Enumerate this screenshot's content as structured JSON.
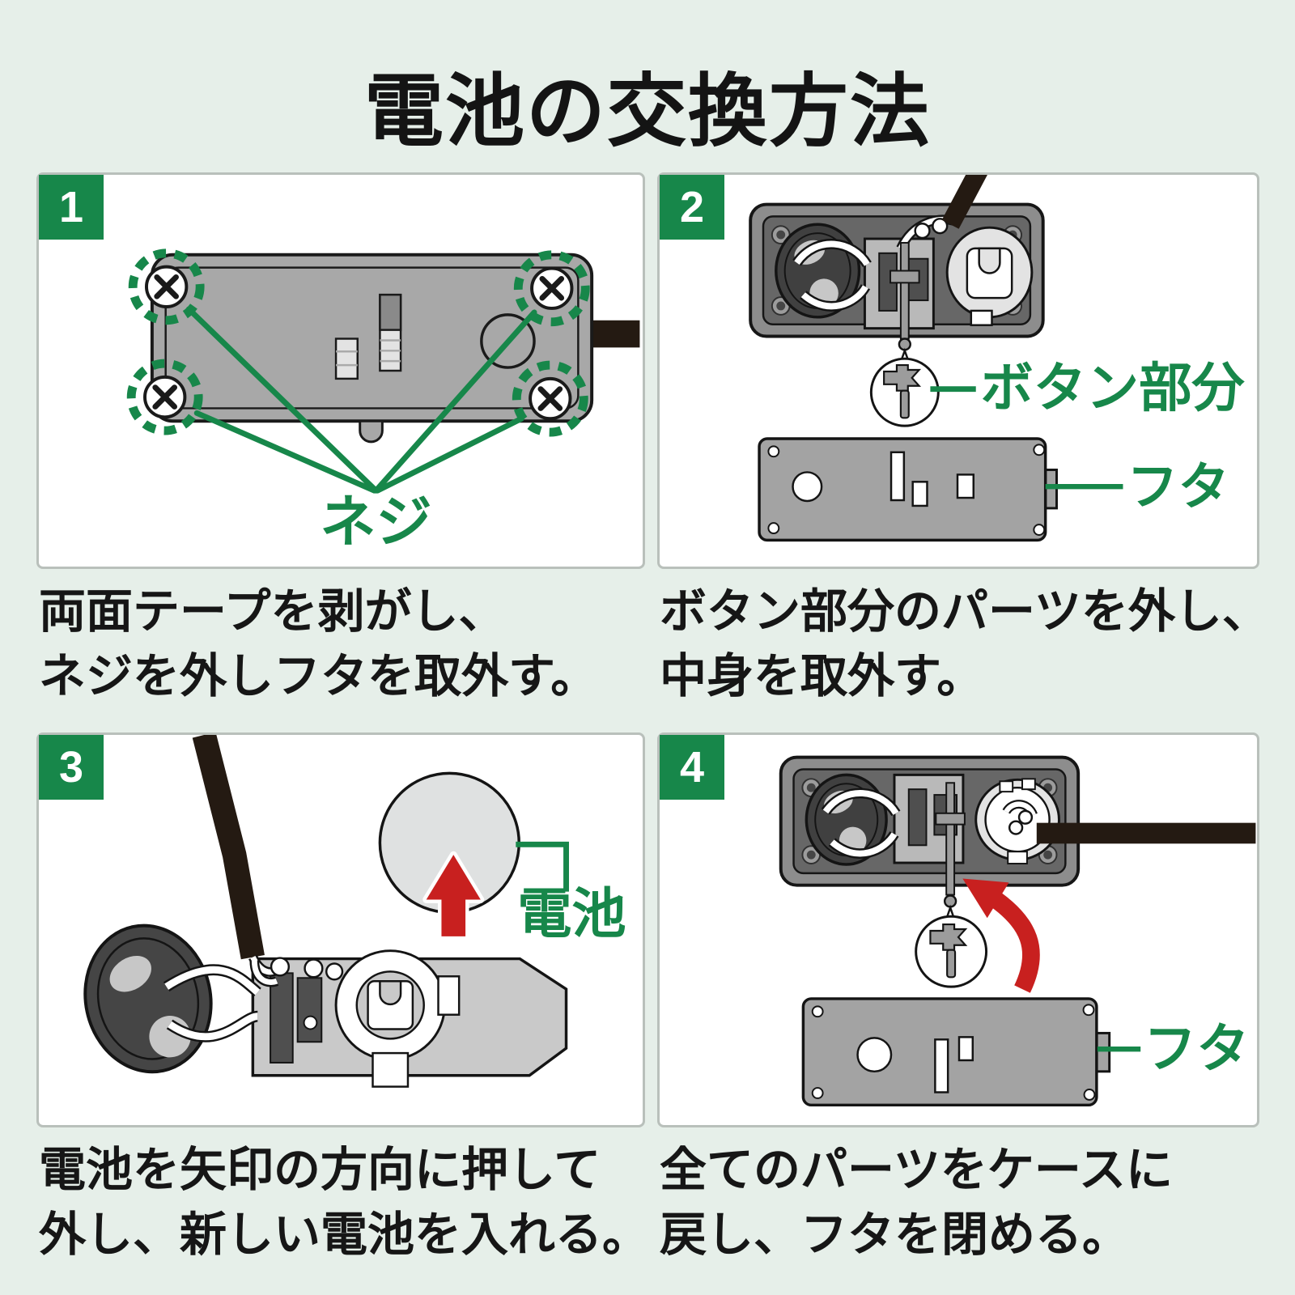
{
  "page": {
    "title": "電池の交換方法"
  },
  "colors": {
    "background": "#e6efe9",
    "accent_green": "#17874a",
    "arrow_red": "#c8201f",
    "ink_black": "#1a1a1a",
    "device_gray": "#a8a8a8",
    "case_gray": "#8d8d8d",
    "case_inner_gray": "#676767",
    "board_gray": "#b9b9b9",
    "lid_gray": "#a3a3a3",
    "battery_gray": "#dfe1e1",
    "cable_black": "#241a12",
    "panel_border": "#b9c0bb"
  },
  "steps": [
    {
      "number": "1",
      "caption_lines": [
        "両面テープを剥がし、",
        "ネジを外しフタを取外す。"
      ],
      "labels": {
        "screws": "ネジ"
      }
    },
    {
      "number": "2",
      "caption_lines": [
        "ボタン部分のパーツを外し、",
        "中身を取外す。"
      ],
      "labels": {
        "button_part": "ボタン部分",
        "lid": "フタ"
      }
    },
    {
      "number": "3",
      "caption_lines": [
        "電池を矢印の方向に押して",
        "外し、新しい電池を入れる。"
      ],
      "labels": {
        "battery": "電池"
      }
    },
    {
      "number": "4",
      "caption_lines": [
        "全てのパーツをケースに",
        "戻し、フタを閉める。"
      ],
      "labels": {
        "lid": "フタ"
      }
    }
  ]
}
